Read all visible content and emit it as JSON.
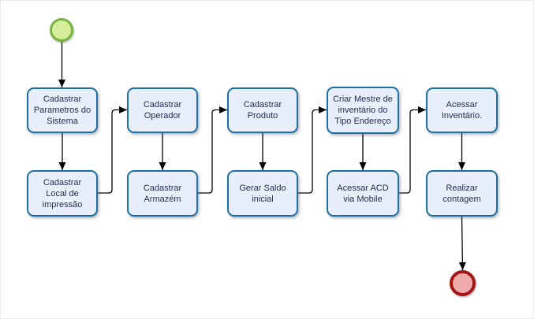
{
  "flowchart": {
    "nodes": [
      {
        "id": "n1",
        "label": "Cadastrar\nParametros do\nSistema"
      },
      {
        "id": "n2",
        "label": "Cadastrar\nLocal de\nimpressão"
      },
      {
        "id": "n3",
        "label": "Cadastrar\nOperador"
      },
      {
        "id": "n4",
        "label": "Cadastrar\nArmazém"
      },
      {
        "id": "n5",
        "label": "Cadastrar\nProduto"
      },
      {
        "id": "n6",
        "label": "Gerar Saldo\ninicial"
      },
      {
        "id": "n7",
        "label": "Criar Mestre de\ninventário  do\nTipo Endereço"
      },
      {
        "id": "n8",
        "label": "Acessar ACD\nvia Mobile"
      },
      {
        "id": "n9",
        "label": "Acessar\nInventário."
      },
      {
        "id": "n10",
        "label": "Realizar\ncontagem"
      }
    ],
    "events": [
      {
        "id": "start",
        "type": "start-event"
      },
      {
        "id": "end",
        "type": "end-event"
      }
    ],
    "edges": [
      {
        "from": "start",
        "to": "n1"
      },
      {
        "from": "n1",
        "to": "n2"
      },
      {
        "from": "n2",
        "to": "n3"
      },
      {
        "from": "n3",
        "to": "n4"
      },
      {
        "from": "n4",
        "to": "n5"
      },
      {
        "from": "n5",
        "to": "n6"
      },
      {
        "from": "n6",
        "to": "n7"
      },
      {
        "from": "n7",
        "to": "n8"
      },
      {
        "from": "n8",
        "to": "n9"
      },
      {
        "from": "n9",
        "to": "n10"
      },
      {
        "from": "n10",
        "to": "end"
      }
    ],
    "colors": {
      "node_fill": "#e8eefa",
      "node_border": "#1d6fa5",
      "node_text": "#1f2c4d",
      "start_fill": "#d6ee9b",
      "start_border": "#77b33f",
      "end_fill": "#efabab",
      "end_border": "#a51515",
      "connector": "#000000"
    }
  }
}
